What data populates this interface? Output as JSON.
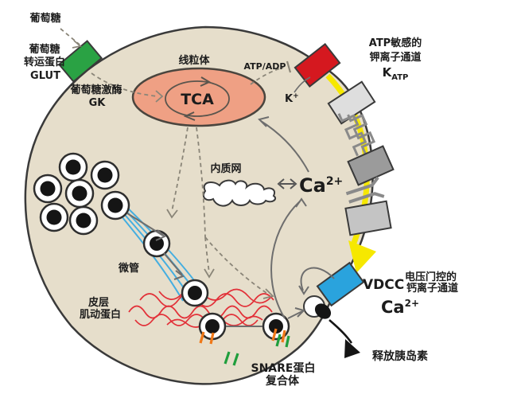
{
  "labels": {
    "glucose": "葡萄糖",
    "glut_line1": "葡萄糖",
    "glut_line2": "转运蛋白",
    "glut_line3": "GLUT",
    "gk_line1": "葡萄糖激酶",
    "gk_line2": "GK",
    "mitochondria": "线粒体",
    "tca": "TCA",
    "atp_adp": "ATP/ADP",
    "k_base": "K",
    "k_sup": "+",
    "katp_line1": "ATP敏感的",
    "katp_line2": "钾离子通道",
    "katp_base": "K",
    "katp_sub": "ATP",
    "er": "内质网",
    "ca_base": "Ca",
    "ca_sup": "2+",
    "microtubule": "微管",
    "actin_line1": "皮层",
    "actin_line2": "肌动蛋白",
    "snare_line1": "SNARE蛋白",
    "snare_line2": "复合体",
    "vdcc": "VDCC",
    "vdcc_line1": "电压门控的",
    "vdcc_line2": "钙离子通道",
    "ca2_base": "Ca",
    "ca2_sup": "2+",
    "release": "释放胰岛素"
  },
  "colors": {
    "cell_fill": "#e6decb",
    "membrane_stroke": "#3a3a3a",
    "glut_green": "#2aa244",
    "katp_red": "#d5181f",
    "vdcc_blue": "#2aa3dd",
    "depolarization_yellow": "#f6e800",
    "mito_fill": "#efa084",
    "protein_light_gray": "#dedede",
    "protein_dark_gray": "#9b9b9b",
    "protein_mid_gray": "#c4c4c4",
    "microtubule_blue": "#45aee0",
    "actin_red": "#e23038",
    "snare_green": "#1f9e3c",
    "snare_orange": "#f07818",
    "granule_core": "#151515",
    "er_fill": "#ffffff"
  }
}
